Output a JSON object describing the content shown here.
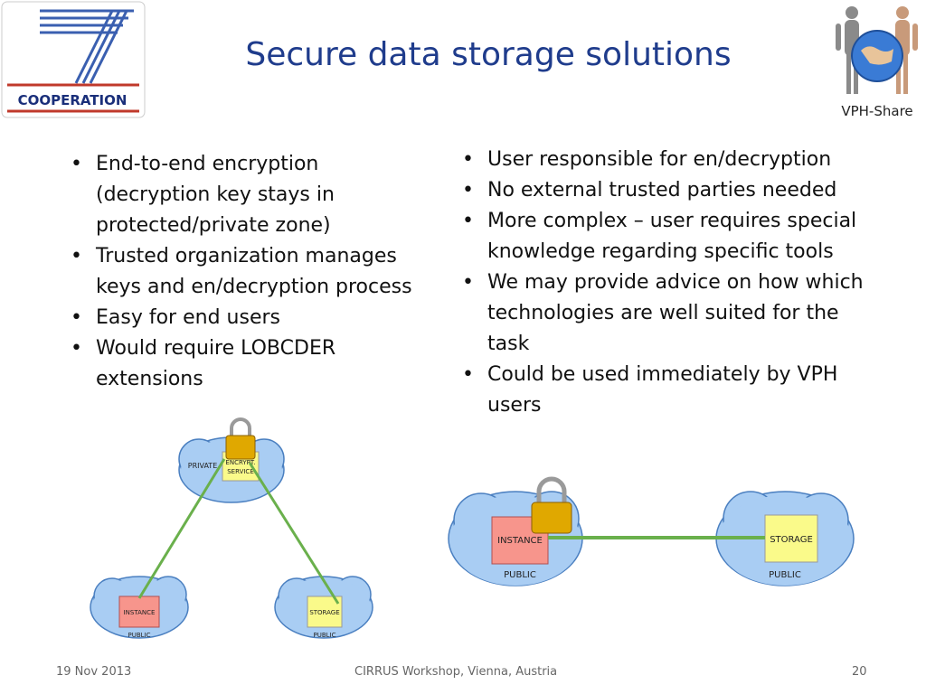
{
  "title": "Secure data storage solutions",
  "logos": {
    "left_text": "COOPERATION",
    "right_text": "VPH-Share"
  },
  "left_bullets": [
    "End-to-end encryption (decryption key stays in protected/private zone)",
    "Trusted organization manages keys and en/decryption process",
    "Easy for end users",
    "Would require LOBCDER extensions"
  ],
  "right_bullets": [
    "User responsible for en/decryption",
    "No external trusted parties needed",
    "More complex – user requires special knowledge regarding specific tools",
    "We may provide advice on how which technologies are well suited for the task",
    "Could be used immediately by VPH users"
  ],
  "diagram_left": {
    "private_label": "PRIVATE",
    "encrypt_label": "ENCRYPT.",
    "service_label": "SERVICE",
    "instance_label": "INSTANCE",
    "storage_label": "STORAGE",
    "public_label_1": "PUBLIC",
    "public_label_2": "PUBLIC"
  },
  "diagram_right": {
    "instance_label": "INSTANCE",
    "storage_label": "STORAGE",
    "public_label_1": "PUBLIC",
    "public_label_2": "PUBLIC"
  },
  "footer": {
    "date": "19 Nov 2013",
    "event": "CIRRUS Workshop, Vienna, Austria",
    "page": "20"
  },
  "colors": {
    "title": "#1f3c8c",
    "cloud_fill": "#a9cdf3",
    "cloud_stroke": "#4a7fc0",
    "instance_fill": "#f7958c",
    "storage_fill": "#fafa8a",
    "link": "#6ab04c"
  }
}
